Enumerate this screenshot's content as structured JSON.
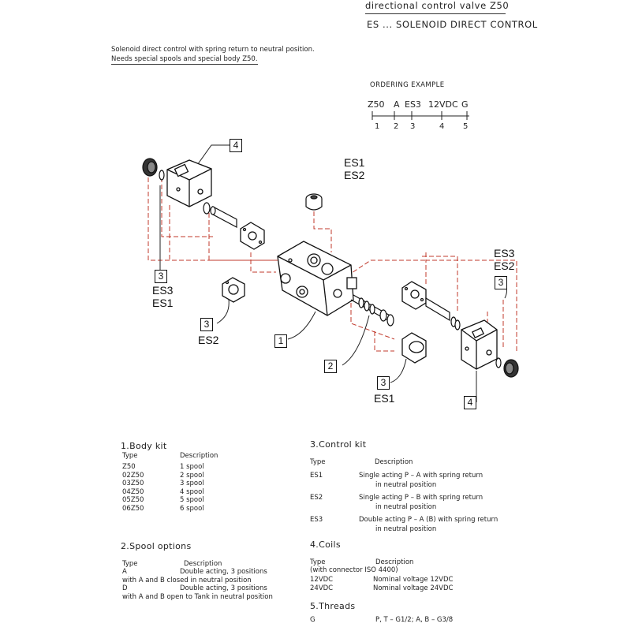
{
  "header": {
    "line1": "directional control valve Z50",
    "line2": "ES ... SOLENOID DIRECT CONTROL"
  },
  "intro": {
    "line1": "Solenoid direct control with spring return to neutral position.",
    "line2": "Needs special spools and special body Z50."
  },
  "ordering": {
    "title": "ORDERING EXAMPLE",
    "parts": [
      "Z50",
      "A",
      "ES3",
      "12VDC",
      "G"
    ],
    "numbers": [
      "1",
      "2",
      "3",
      "4",
      "5"
    ]
  },
  "diagram": {
    "labels": {
      "es1_es2": [
        "ES1",
        "ES2"
      ],
      "es3_es1_left": [
        "ES3",
        "ES1"
      ],
      "es2_left": "ES2",
      "es3_es2_right": [
        "ES3",
        "ES2"
      ],
      "es1_bottom": "ES1"
    },
    "callouts": {
      "four_top": "4",
      "three_left_top": "3",
      "three_left_bottom": "3",
      "one": "1",
      "two": "2",
      "three_bottom": "3",
      "three_right": "3",
      "four_right": "4"
    }
  },
  "body_kit": {
    "title": "1.Body kit",
    "col_type": "Type",
    "col_desc": "Description",
    "rows": [
      [
        "Z50",
        "1 spool"
      ],
      [
        "02Z50",
        "2 spool"
      ],
      [
        "03Z50",
        "3 spool"
      ],
      [
        "04Z50",
        "4 spool"
      ],
      [
        "05Z50",
        "5 spool"
      ],
      [
        "06Z50",
        "6 spool"
      ]
    ]
  },
  "spool_options": {
    "title": "2.Spool options",
    "col_type": "Type",
    "col_desc": "Description",
    "rows": [
      {
        "type": "A",
        "desc": "Double acting, 3 positions",
        "cont": "with A and B closed in neutral position"
      },
      {
        "type": "D",
        "desc": "Double acting, 3 positions",
        "cont": "with A and B open to Tank in neutral position"
      }
    ]
  },
  "control_kit": {
    "title": "3.Control kit",
    "col_type": "Type",
    "col_desc": "Description",
    "rows": [
      {
        "type": "ES1",
        "desc": "Single acting P – A with spring return",
        "cont": "in neutral position"
      },
      {
        "type": "ES2",
        "desc": "Single acting P – B with spring return",
        "cont": "in neutral position"
      },
      {
        "type": "ES3",
        "desc": "Double acting P – A (B) with spring return",
        "cont": "in neutral position"
      }
    ]
  },
  "coils": {
    "title": "4.Coils",
    "col_type": "Type",
    "col_desc": "Description",
    "note": "(with connector ISO 4400)",
    "rows": [
      [
        "12VDC",
        "Nominal voltage 12VDC"
      ],
      [
        "24VDC",
        "Nominal voltage 24VDC"
      ]
    ]
  },
  "threads": {
    "title": "5.Threads",
    "rows": [
      [
        "G",
        "P, T – G1/2; A, B – G3/8"
      ]
    ]
  }
}
